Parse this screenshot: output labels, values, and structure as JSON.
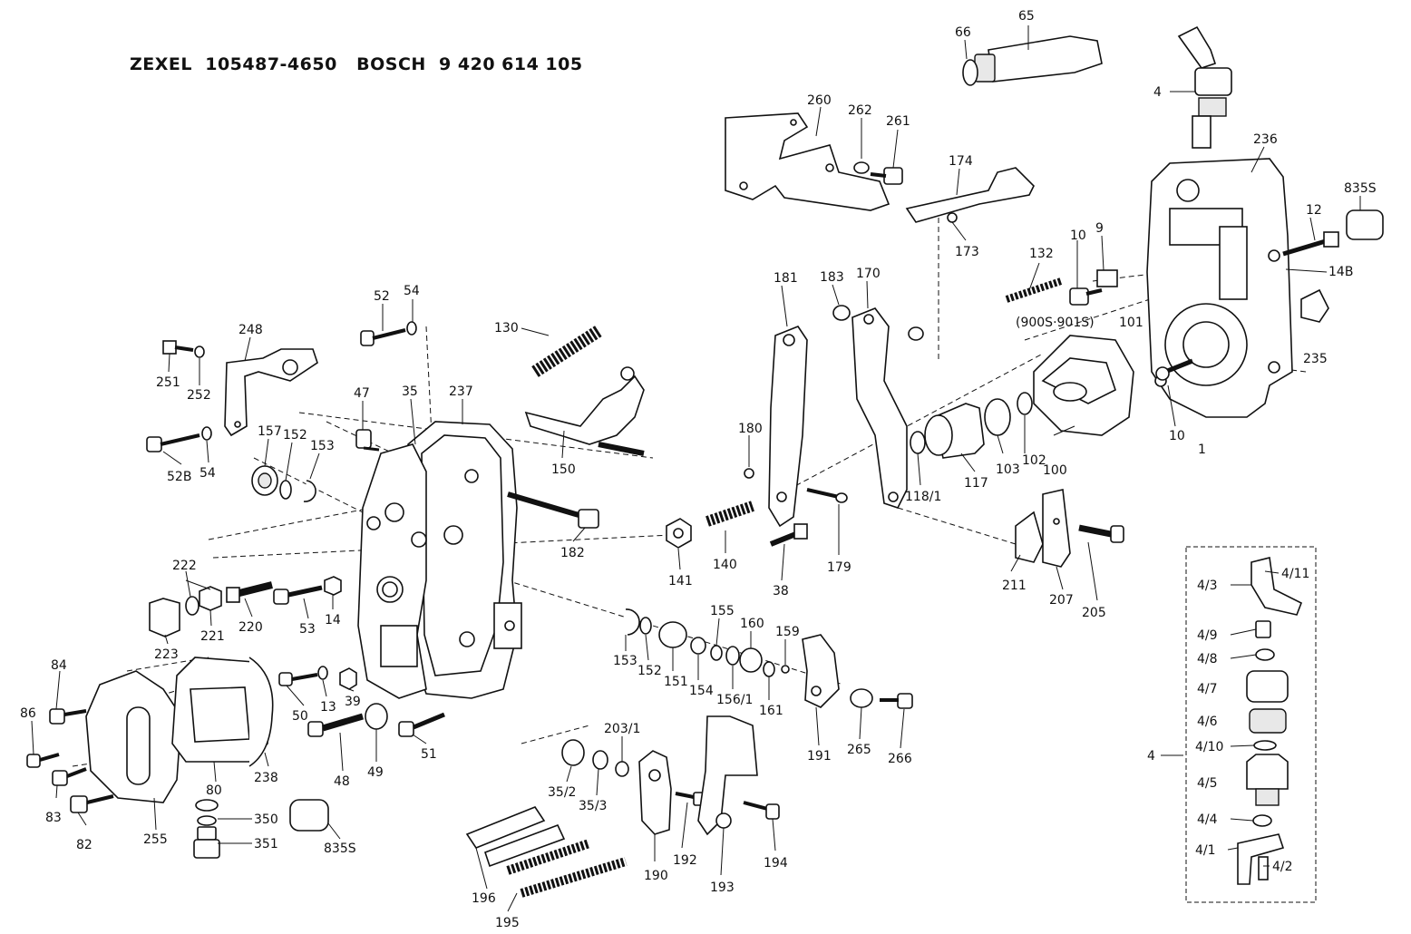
{
  "header": {
    "title": "ZEXEL  105487-4650   BOSCH  9 420 614 105"
  },
  "callouts": [
    {
      "id": "65",
      "text": "65"
    },
    {
      "id": "66",
      "text": "66"
    },
    {
      "id": "4-top",
      "text": "4"
    },
    {
      "id": "236",
      "text": "236"
    },
    {
      "id": "835S-top",
      "text": "835S"
    },
    {
      "id": "12",
      "text": "12"
    },
    {
      "id": "14B",
      "text": "14B"
    },
    {
      "id": "235",
      "text": "235"
    },
    {
      "id": "1",
      "text": "1"
    },
    {
      "id": "10-a",
      "text": "10"
    },
    {
      "id": "10-b",
      "text": "10"
    },
    {
      "id": "9",
      "text": "9"
    },
    {
      "id": "101",
      "text": "101"
    },
    {
      "id": "900S",
      "text": "(900S·901S)"
    },
    {
      "id": "132",
      "text": "132"
    },
    {
      "id": "100",
      "text": "100"
    },
    {
      "id": "102",
      "text": "102"
    },
    {
      "id": "103",
      "text": "103"
    },
    {
      "id": "117",
      "text": "117"
    },
    {
      "id": "118-1",
      "text": "118/1"
    },
    {
      "id": "260",
      "text": "260"
    },
    {
      "id": "262",
      "text": "262"
    },
    {
      "id": "261",
      "text": "261"
    },
    {
      "id": "174",
      "text": "174"
    },
    {
      "id": "173",
      "text": "173"
    },
    {
      "id": "181",
      "text": "181"
    },
    {
      "id": "183",
      "text": "183"
    },
    {
      "id": "170",
      "text": "170"
    },
    {
      "id": "180",
      "text": "180"
    },
    {
      "id": "179",
      "text": "179"
    },
    {
      "id": "38",
      "text": "38"
    },
    {
      "id": "140",
      "text": "140"
    },
    {
      "id": "141",
      "text": "141"
    },
    {
      "id": "130",
      "text": "130"
    },
    {
      "id": "150",
      "text": "150"
    },
    {
      "id": "182",
      "text": "182"
    },
    {
      "id": "237",
      "text": "237"
    },
    {
      "id": "35",
      "text": "35"
    },
    {
      "id": "47",
      "text": "47"
    },
    {
      "id": "52",
      "text": "52"
    },
    {
      "id": "54-a",
      "text": "54"
    },
    {
      "id": "248",
      "text": "248"
    },
    {
      "id": "251",
      "text": "251"
    },
    {
      "id": "252",
      "text": "252"
    },
    {
      "id": "52B",
      "text": "52B"
    },
    {
      "id": "54-b",
      "text": "54"
    },
    {
      "id": "157",
      "text": "157"
    },
    {
      "id": "152-a",
      "text": "152"
    },
    {
      "id": "153-a",
      "text": "153"
    },
    {
      "id": "222",
      "text": "222"
    },
    {
      "id": "221",
      "text": "221"
    },
    {
      "id": "220",
      "text": "220"
    },
    {
      "id": "223",
      "text": "223"
    },
    {
      "id": "53",
      "text": "53"
    },
    {
      "id": "14",
      "text": "14"
    },
    {
      "id": "84",
      "text": "84"
    },
    {
      "id": "86",
      "text": "86"
    },
    {
      "id": "83",
      "text": "83"
    },
    {
      "id": "82",
      "text": "82"
    },
    {
      "id": "255",
      "text": "255"
    },
    {
      "id": "80",
      "text": "80"
    },
    {
      "id": "238",
      "text": "238"
    },
    {
      "id": "350",
      "text": "350"
    },
    {
      "id": "351",
      "text": "351"
    },
    {
      "id": "835S-b",
      "text": "835S"
    },
    {
      "id": "50",
      "text": "50"
    },
    {
      "id": "13",
      "text": "13"
    },
    {
      "id": "39",
      "text": "39"
    },
    {
      "id": "48",
      "text": "48"
    },
    {
      "id": "49",
      "text": "49"
    },
    {
      "id": "51",
      "text": "51"
    },
    {
      "id": "153-b",
      "text": "153"
    },
    {
      "id": "152-b",
      "text": "152"
    },
    {
      "id": "151",
      "text": "151"
    },
    {
      "id": "154",
      "text": "154"
    },
    {
      "id": "155",
      "text": "155"
    },
    {
      "id": "156-1",
      "text": "156/1"
    },
    {
      "id": "160",
      "text": "160"
    },
    {
      "id": "161",
      "text": "161"
    },
    {
      "id": "159",
      "text": "159"
    },
    {
      "id": "191",
      "text": "191"
    },
    {
      "id": "265",
      "text": "265"
    },
    {
      "id": "266",
      "text": "266"
    },
    {
      "id": "211",
      "text": "211"
    },
    {
      "id": "207",
      "text": "207"
    },
    {
      "id": "205",
      "text": "205"
    },
    {
      "id": "35-2",
      "text": "35/2"
    },
    {
      "id": "35-3",
      "text": "35/3"
    },
    {
      "id": "203-1",
      "text": "203/1"
    },
    {
      "id": "190",
      "text": "190"
    },
    {
      "id": "192",
      "text": "192"
    },
    {
      "id": "193",
      "text": "193"
    },
    {
      "id": "194",
      "text": "194"
    },
    {
      "id": "196",
      "text": "196"
    },
    {
      "id": "195",
      "text": "195"
    },
    {
      "id": "4-11",
      "text": "4/11"
    },
    {
      "id": "4-3",
      "text": "4/3"
    },
    {
      "id": "4-9",
      "text": "4/9"
    },
    {
      "id": "4-8",
      "text": "4/8"
    },
    {
      "id": "4-7",
      "text": "4/7"
    },
    {
      "id": "4-6",
      "text": "4/6"
    },
    {
      "id": "4-10",
      "text": "4/10"
    },
    {
      "id": "4-kit",
      "text": "4"
    },
    {
      "id": "4-5",
      "text": "4/5"
    },
    {
      "id": "4-4",
      "text": "4/4"
    },
    {
      "id": "4-1",
      "text": "4/1"
    },
    {
      "id": "4-2",
      "text": "4/2"
    }
  ]
}
